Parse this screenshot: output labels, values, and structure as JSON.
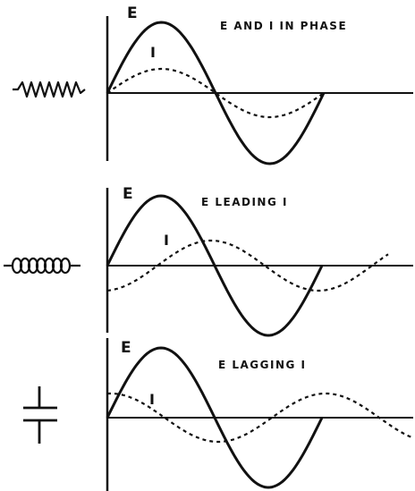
{
  "panels": [
    {
      "id": "resistor",
      "symbol": "resistor-symbol",
      "caption": "E AND I IN PHASE",
      "e_label": "E",
      "i_label": "I",
      "phase_relation": "in phase"
    },
    {
      "id": "inductor",
      "symbol": "inductor-coil-symbol",
      "caption": "E LEADING I",
      "e_label": "E",
      "i_label": "I",
      "phase_relation": "E leads I"
    },
    {
      "id": "capacitor",
      "symbol": "capacitor-symbol",
      "caption": "E LAGGING I",
      "e_label": "E",
      "i_label": "I",
      "phase_relation": "E lags I"
    }
  ],
  "colors": {
    "ink": "#111111",
    "background": "#ffffff"
  }
}
